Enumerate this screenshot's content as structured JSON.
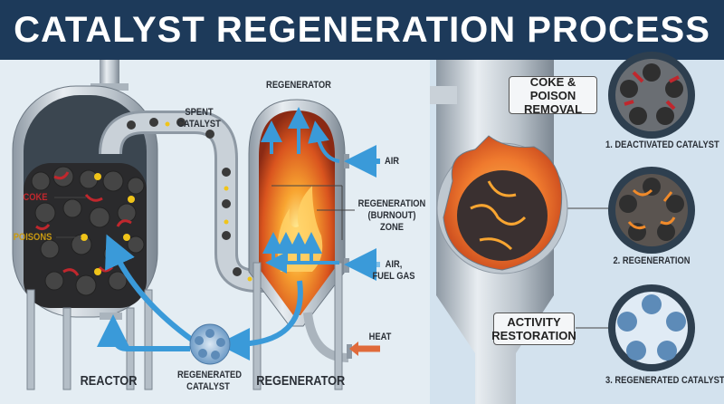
{
  "title": "CATALYST REGENERATION PROCESS",
  "left_diagram": {
    "spent_catalyst": [
      "SPENT",
      "CATALYST"
    ],
    "regenerator_top": "REGENERATOR",
    "coke": "COKE",
    "poisons": "POISONS",
    "air": "AIR",
    "regeneration_zone": [
      "REGENERATION",
      "(BURNOUT)",
      "ZONE"
    ],
    "air_fuel_gas": [
      "AIR,",
      "FUEL GAS"
    ],
    "heat": "HEAT",
    "reactor": "REACTOR",
    "regenerated_catalyst": [
      "REGENERATED",
      "CATALYST"
    ],
    "regenerator_bottom": "REGENERATOR"
  },
  "right_panel": {
    "coke_poison_removal": [
      "COKE & POISON",
      "REMOVAL"
    ],
    "activity_restoration": [
      "ACTIVITY",
      "RESTORATION"
    ],
    "stages": [
      {
        "label": "1. DEACTIVATED CATALYST"
      },
      {
        "label": "2. REGENERATION"
      },
      {
        "label": "3. REGENERATED CATALYST"
      }
    ]
  },
  "colors": {
    "header": "#1d3a5a",
    "coke": "#c0272d",
    "poisons": "#d4a017",
    "flow_arrow": "#3a9ad9",
    "heat_arrow": "#e06a3a"
  }
}
